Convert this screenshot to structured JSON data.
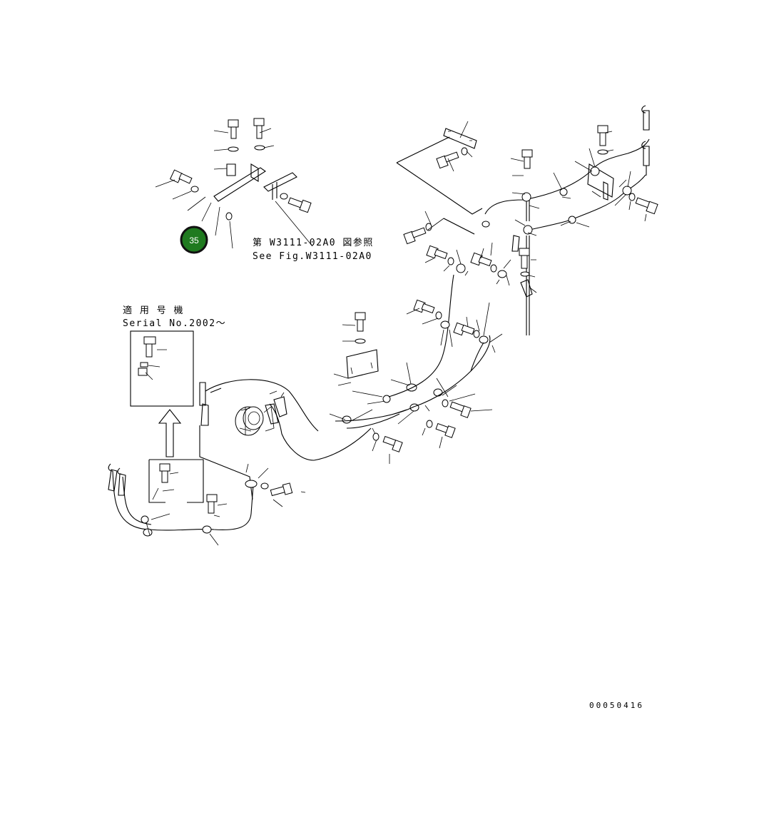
{
  "diagram": {
    "reference_jp": "第 W3111-02A0 図参照",
    "reference_en": "See Fig.W3111-02A0",
    "serial_jp": "適 用 号 機",
    "serial_en": "Serial No.2002～",
    "drawing_code": "00050416"
  },
  "callout": {
    "number": "35",
    "color": "#1f7a1f",
    "border_color": "#111111"
  }
}
